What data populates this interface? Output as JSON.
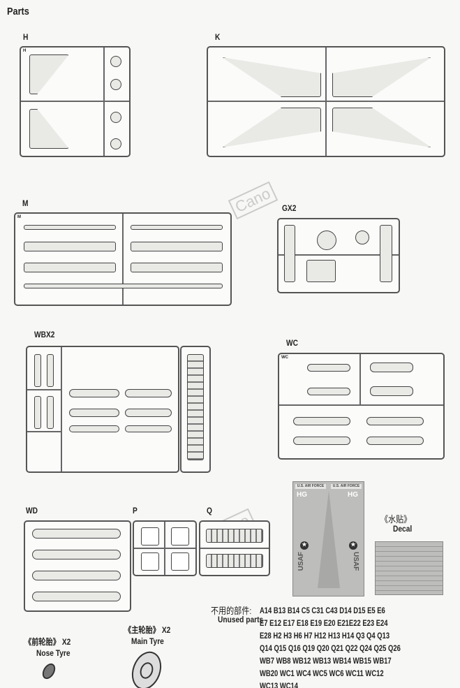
{
  "page_title": "Parts",
  "sprues": [
    {
      "id": "H",
      "label": "H"
    },
    {
      "id": "K",
      "label": "K"
    },
    {
      "id": "M",
      "label": "M"
    },
    {
      "id": "GX2",
      "label": "GX2"
    },
    {
      "id": "WBX2",
      "label": "WBX2"
    },
    {
      "id": "WC",
      "label": "WC"
    },
    {
      "id": "WD",
      "label": "WD"
    },
    {
      "id": "P",
      "label": "P"
    },
    {
      "id": "Q",
      "label": "Q"
    }
  ],
  "decal": {
    "cn": "《水贴》",
    "en": "Decal",
    "sheet_texts": [
      "U.S. AIR FORCE",
      "HG",
      "USAF"
    ]
  },
  "tyres": {
    "nose": {
      "cn": "《前轮胎》 X2",
      "en": "Nose Tyre"
    },
    "main": {
      "cn": "《主轮胎》 X2",
      "en": "Main Tyre"
    }
  },
  "unused": {
    "cn": "不用的部件:",
    "en": "Unused parts",
    "lines": [
      "A14 B13 B14 C5 C31 C43 D14 D15 E5 E6",
      "E7 E12 E17 E18 E19 E20 E21E22 E23 E24",
      "E28 H2 H3 H6 H7 H12 H13 H14 Q3 Q4 Q13",
      "Q14 Q15 Q16 Q19 Q20 Q21 Q22 Q24 Q25 Q26",
      "WB7 WB8 WB12 WB13 WB14 WB15 WB17",
      "WB20 WC1 WC4 WC5 WC6 WC11 WC12",
      "WC13 WC14"
    ]
  },
  "watermark": "Cano"
}
